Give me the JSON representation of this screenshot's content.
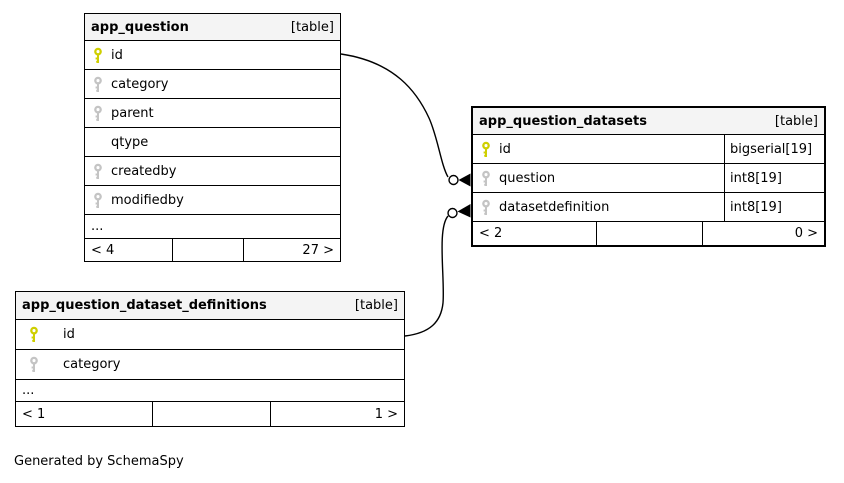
{
  "diagram": {
    "footer_note": "Generated by SchemaSpy",
    "colors": {
      "primary_key": "#cfcf00",
      "foreign_key": "#c4c4c4",
      "header_bg": "#f4f4f4",
      "line": "#000000"
    },
    "tables": [
      {
        "name": "app_question",
        "badge": "[table]",
        "columns": [
          {
            "name": "id",
            "key": "primary"
          },
          {
            "name": "category",
            "key": "foreign"
          },
          {
            "name": "parent",
            "key": "foreign"
          },
          {
            "name": "qtype",
            "key": "none"
          },
          {
            "name": "createdby",
            "key": "foreign"
          },
          {
            "name": "modifiedby",
            "key": "foreign"
          }
        ],
        "ellipsis": "...",
        "footer": {
          "left": "< 4",
          "center": "",
          "right": "27 >"
        }
      },
      {
        "name": "app_question_datasets",
        "badge": "[table]",
        "columns": [
          {
            "name": "id",
            "key": "primary",
            "type": "bigserial[19]"
          },
          {
            "name": "question",
            "key": "foreign",
            "type": "int8[19]"
          },
          {
            "name": "datasetdefinition",
            "key": "foreign",
            "type": "int8[19]"
          }
        ],
        "footer": {
          "left": "< 2",
          "center": "",
          "right": "0 >"
        }
      },
      {
        "name": "app_question_dataset_definitions",
        "badge": "[table]",
        "columns": [
          {
            "name": "id",
            "key": "primary"
          },
          {
            "name": "category",
            "key": "foreign"
          }
        ],
        "ellipsis": "...",
        "footer": {
          "left": "< 1",
          "center": "",
          "right": "1 >"
        }
      }
    ],
    "relations": [
      {
        "from_table": "app_question",
        "from_column": "id",
        "to_table": "app_question_datasets",
        "to_column": "question"
      },
      {
        "from_table": "app_question_dataset_definitions",
        "from_column": "id",
        "to_table": "app_question_datasets",
        "to_column": "datasetdefinition"
      }
    ]
  }
}
